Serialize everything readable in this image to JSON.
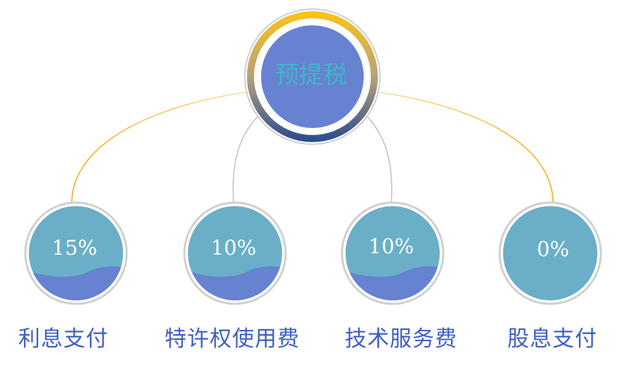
{
  "root": {
    "label": "预提税"
  },
  "items": [
    {
      "label": "利息支付",
      "rate": "15%",
      "fill": 0.32
    },
    {
      "label": "特许权使用费",
      "rate": "10%",
      "fill": 0.32
    },
    {
      "label": "技术服务费",
      "rate": "10%",
      "fill": 0.32
    },
    {
      "label": "股息支付",
      "rate": "0%",
      "fill": 0.0
    }
  ],
  "colors": {
    "circle_top": "#6aafc7",
    "circle_bottom": "#6682d1",
    "ring": "#d0d0d0",
    "root_fill": "#6682d1",
    "gold": "#f4bd22",
    "navy": "#2f4f8f",
    "connector_outer": "#efb21c",
    "connector_inner": "#c4c4c4",
    "label": "#3f5fc4"
  }
}
